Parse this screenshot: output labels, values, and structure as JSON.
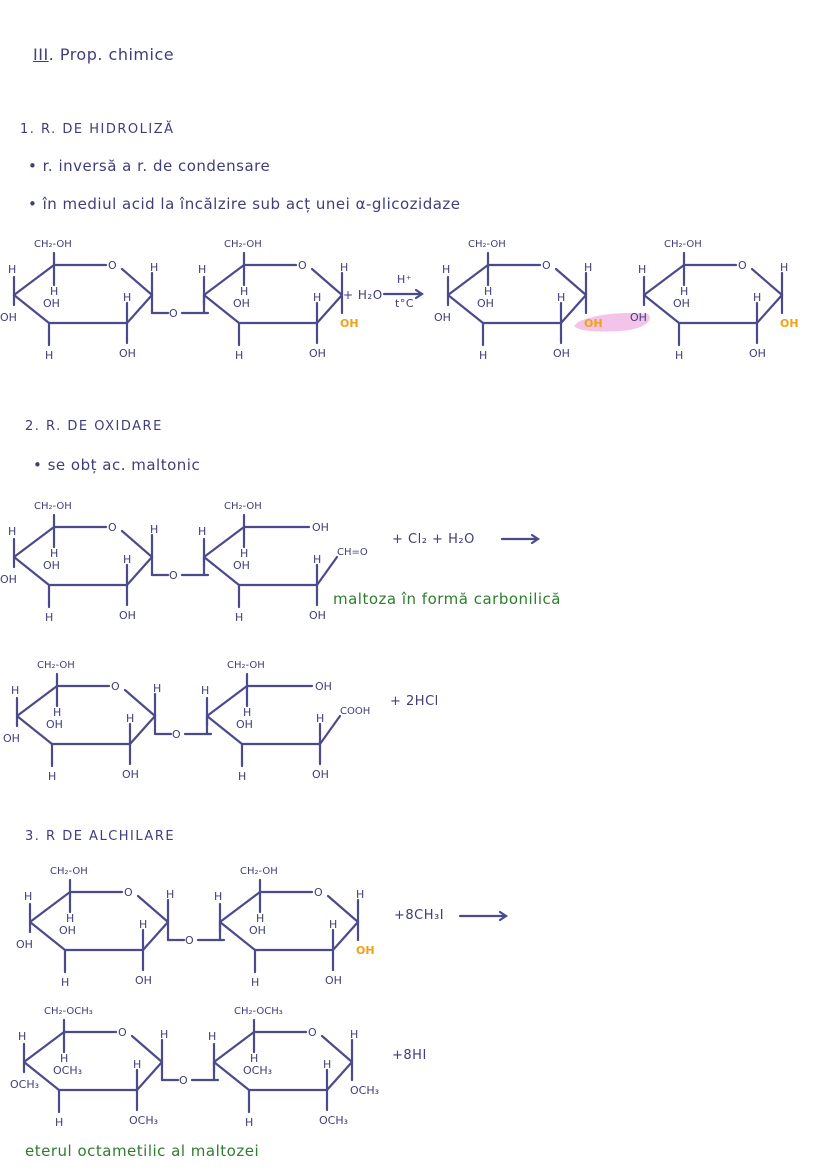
{
  "page": {
    "background": "#ffffff",
    "ink_color": "#3f3d7a",
    "accent_orange": "#f0a01a",
    "accent_green": "#2e7d2e",
    "highlight_pink": "#f2b8e6"
  },
  "heading": {
    "roman": "III",
    "title": ". Prop. chimice"
  },
  "sections": [
    {
      "title": "1. R. DE HIDROLIZĂ",
      "bullets": [
        "• r. inversă a r. de condensare",
        "• în mediul acid la încălzire sub acț unei  α-glicozidaze"
      ],
      "equation": {
        "plus_reagent": "+ H₂O",
        "arrow_top": "H⁺",
        "arrow_bottom": "t°C"
      }
    },
    {
      "title": "2. R. DE OXIDARE",
      "bullets": [
        "• se obț ac. maltonic"
      ],
      "equation1": {
        "reagents": "+ Cl₂ + H₂O",
        "note": "maltoza în formă carbonilică"
      },
      "equation2": {
        "products": "+ 2HCl"
      }
    },
    {
      "title": "3. R DE ALCHILARE",
      "equation1": {
        "reagents": "+8CH₃I"
      },
      "equation2": {
        "products": "+8HI",
        "note": "eterul octametilic al maltozei"
      }
    }
  ],
  "structures": {
    "ring_labels": {
      "ch2oh": "CH₂-OH",
      "ch2och3": "CH₂-OCH₃",
      "O": "O",
      "H": "H",
      "OH": "OH",
      "OCH3": "OCH₃",
      "CHO": "CH=O",
      "COOH": "COOH"
    }
  }
}
